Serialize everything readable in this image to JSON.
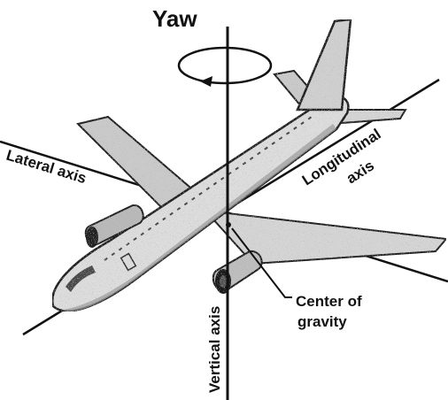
{
  "labels": {
    "yaw": "Yaw",
    "lateral_axis": "Lateral axis",
    "longitudinal_axis_line1": "Longitudinal",
    "longitudinal_axis_line2": "axis",
    "vertical_axis": "Vertical axis",
    "center_of_gravity_line1": "Center of",
    "center_of_gravity_line2": "gravity"
  },
  "colors": {
    "ink": "#111111",
    "airplane_fill": "#d9d9d9",
    "airplane_shade": "#8c8c8c",
    "background": "#ffffff"
  }
}
